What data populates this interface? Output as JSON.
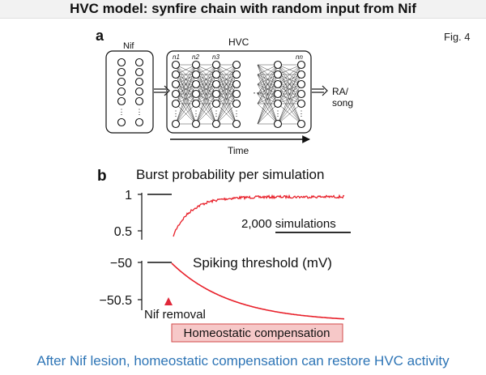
{
  "slide": {
    "title": "HVC model: synfire chain with random input from Nif",
    "fig_label": "Fig. 4",
    "caption": "After Nif lesion, homeostatic compensation can restore HVC activity"
  },
  "panel_a": {
    "letter": "a",
    "nif_label": "Nif",
    "hvc_label": "HVC",
    "layer_labels": [
      "n1",
      "n2",
      "n3",
      "nn"
    ],
    "output_label_1": "RA/",
    "output_label_2": "song",
    "time_label": "Time"
  },
  "panel_b": {
    "letter": "b",
    "burst_title": "Burst probability per simulation",
    "burst_ticks": [
      "1",
      "0.5"
    ],
    "scale_label": "2,000 simulations",
    "threshold_title": "Spiking threshold (mV)",
    "threshold_ticks": [
      "−50",
      "−50.5"
    ],
    "removal_label": "Nif removal",
    "compensation_label": "Homeostatic compensation",
    "colors": {
      "trace": "#e8202a",
      "marker": "#e0283a",
      "box_fill": "#f6c8c8",
      "box_stroke": "#d24a4a"
    }
  }
}
